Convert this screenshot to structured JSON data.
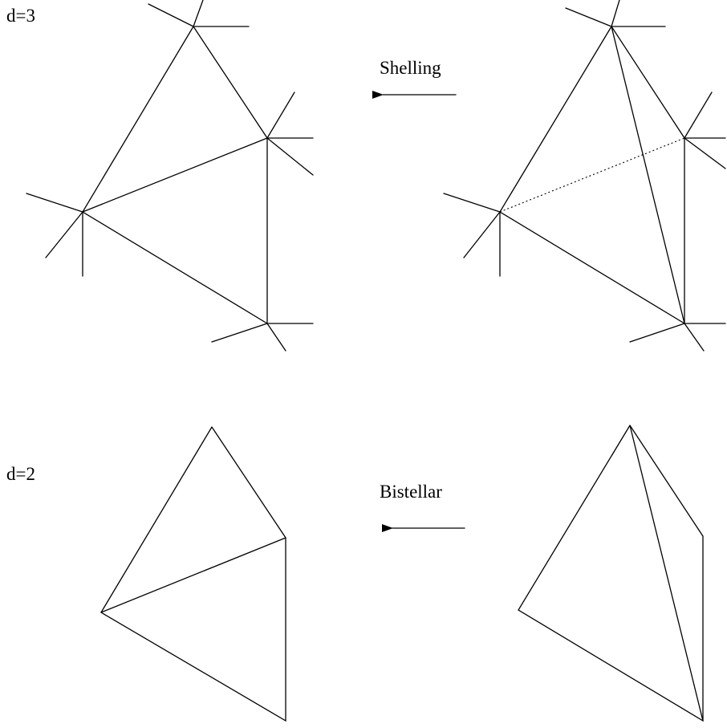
{
  "labels": {
    "d3": "d=3",
    "d2": "d=2",
    "shelling": "Shelling",
    "bistellar": "Bistellar"
  },
  "colors": {
    "ink": "#000000",
    "background": "#ffffff"
  }
}
